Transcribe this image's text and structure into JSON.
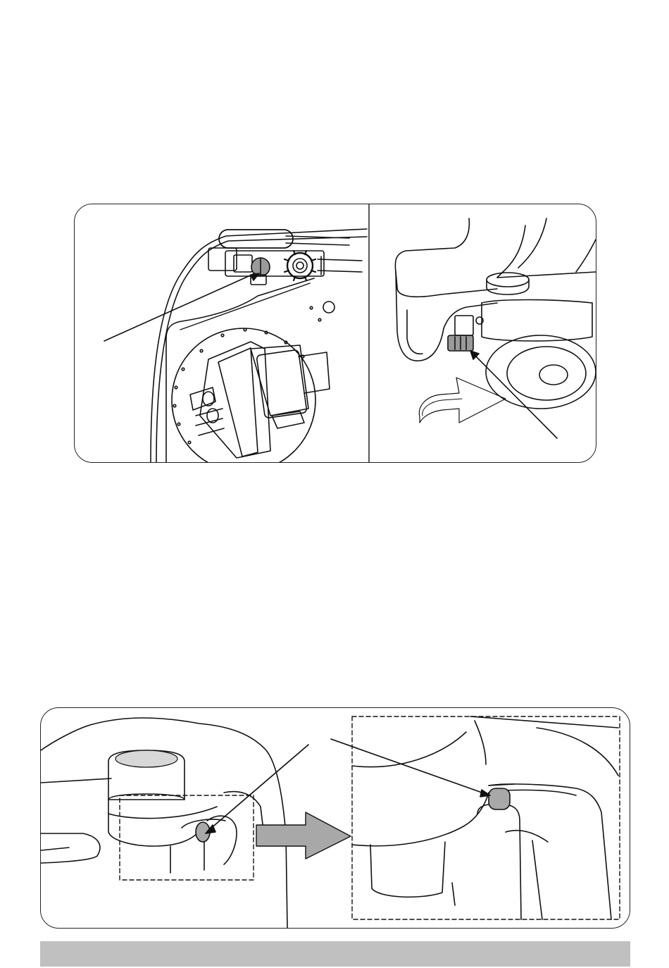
{
  "page": {
    "background": "#ffffff",
    "footer_color": "#c0c0c0"
  },
  "figures": {
    "top": {
      "left_view": "drain-valve-under-lid-illustration",
      "right_view": "underside-latch-illustration",
      "accent_color": "#9a9a9a"
    },
    "bottom": {
      "left_view": "reservoir-post-overview-illustration",
      "right_view": "reservoir-post-zoom-illustration",
      "accent_color": "#a8a8a8"
    }
  },
  "icons": {
    "arrow_curved": "curved-arrow-icon",
    "arrow_block": "block-arrow-icon"
  }
}
